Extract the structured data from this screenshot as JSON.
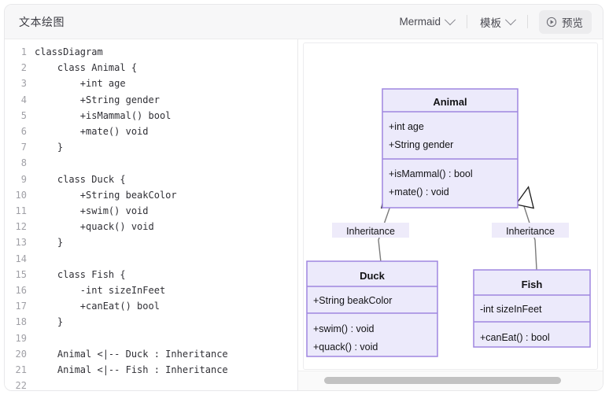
{
  "header": {
    "title": "文本绘图",
    "syntax_label": "Mermaid",
    "template_label": "模板",
    "preview_label": "预览",
    "chevron_icon": "chevron-down-icon",
    "play_icon": "play-circle-icon"
  },
  "editor": {
    "line_numbers": [
      "1",
      "2",
      "3",
      "4",
      "5",
      "6",
      "7",
      "8",
      "9",
      "10",
      "11",
      "12",
      "13",
      "14",
      "15",
      "16",
      "17",
      "18",
      "19",
      "20",
      "21",
      "22"
    ],
    "lines": [
      "classDiagram",
      "    class Animal {",
      "        +int age",
      "        +String gender",
      "        +isMammal() bool",
      "        +mate() void",
      "    }",
      "",
      "    class Duck {",
      "        +String beakColor",
      "        +swim() void",
      "        +quack() void",
      "    }",
      "",
      "    class Fish {",
      "        -int sizeInFeet",
      "        +canEat() bool",
      "    }",
      "",
      "    Animal <|-- Duck : Inheritance",
      "    Animal <|-- Fish : Inheritance",
      ""
    ]
  },
  "diagram": {
    "type": "class-diagram",
    "fill_color": "#ECEAFB",
    "stroke_color": "#9F86E0",
    "classes": [
      {
        "name": "Animal",
        "attributes": [
          "+int age",
          "+String gender"
        ],
        "methods": [
          "+isMammal() : bool",
          "+mate() : void"
        ]
      },
      {
        "name": "Duck",
        "attributes": [
          "+String beakColor"
        ],
        "methods": [
          "+swim() : void",
          "+quack() : void"
        ]
      },
      {
        "name": "Fish",
        "attributes": [
          "-int sizeInFeet"
        ],
        "methods": [
          "+canEat() : bool"
        ]
      }
    ],
    "relations": [
      {
        "from": "Animal",
        "to": "Duck",
        "label": "Inheritance",
        "kind": "inheritance"
      },
      {
        "from": "Animal",
        "to": "Fish",
        "label": "Inheritance",
        "kind": "inheritance"
      }
    ]
  }
}
